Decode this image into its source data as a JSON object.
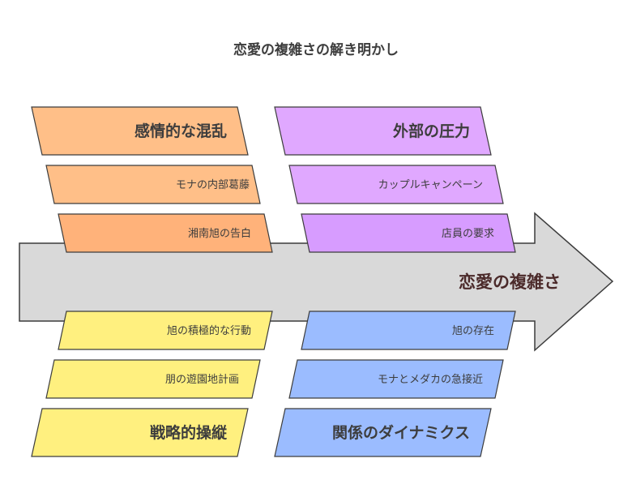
{
  "title": "恋愛の複雑さの解き明かし",
  "spine_label": "恋愛の複雑さ",
  "colors": {
    "orange": "#ffbf88",
    "orange_dark": "#ffb27a",
    "purple": "#e0a8ff",
    "purple_dark": "#d79cff",
    "yellow": "#fff07f",
    "blue": "#9bbcff",
    "arrow": "#d9d9d9",
    "stroke": "#3c3c3c"
  },
  "groups": {
    "top_left": {
      "heading": "感情的な混乱",
      "items": [
        "モナの内部葛藤",
        "湘南旭の告白"
      ]
    },
    "top_right": {
      "heading": "外部の圧力",
      "items": [
        "カップルキャンペーン",
        "店員の要求"
      ]
    },
    "bottom_left": {
      "heading": "戦略的操縦",
      "items": [
        "旭の積極的な行動",
        "朋の遊園地計画"
      ]
    },
    "bottom_right": {
      "heading": "関係のダイナミクス",
      "items": [
        "旭の存在",
        "モナとメダカの急接近"
      ]
    }
  }
}
